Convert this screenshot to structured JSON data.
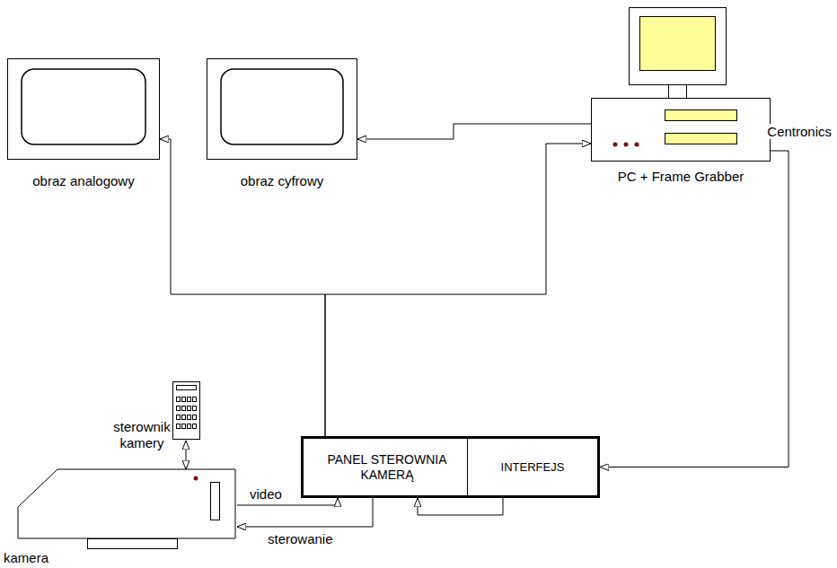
{
  "diagram": {
    "nodes": [
      {
        "text": [
          "obraz analogowy"
        ]
      },
      {
        "text": [
          "obraz cyfrowy"
        ]
      },
      {
        "text": [
          "PC + Frame Grabber"
        ]
      },
      {
        "text": [
          "PANEL STEROWNIA KAMERĄ"
        ]
      },
      {
        "text": [
          "INTERFEJS"
        ],
        "in": 3
      },
      {
        "text": [
          "sterownik kamery"
        ]
      },
      {
        "text": [
          "kamera"
        ]
      }
    ],
    "edges": [
      {
        "from": 3,
        "to": 0,
        "arrow": "to"
      },
      {
        "from": 3,
        "to": 2,
        "arrow": "to"
      },
      {
        "from": 2,
        "to": 1,
        "arrow": "to"
      },
      {
        "from": 2,
        "to": 4,
        "label": "Centronics",
        "arrow": "to"
      },
      {
        "from": 4,
        "to": 3,
        "arrow": "to"
      },
      {
        "from": 6,
        "to": 3,
        "label": "video",
        "arrow": "to"
      },
      {
        "from": 3,
        "to": 6,
        "label": "sterowanie",
        "arrow": "to"
      },
      {
        "from": 5,
        "to": 6,
        "arrow": "both"
      }
    ]
  }
}
